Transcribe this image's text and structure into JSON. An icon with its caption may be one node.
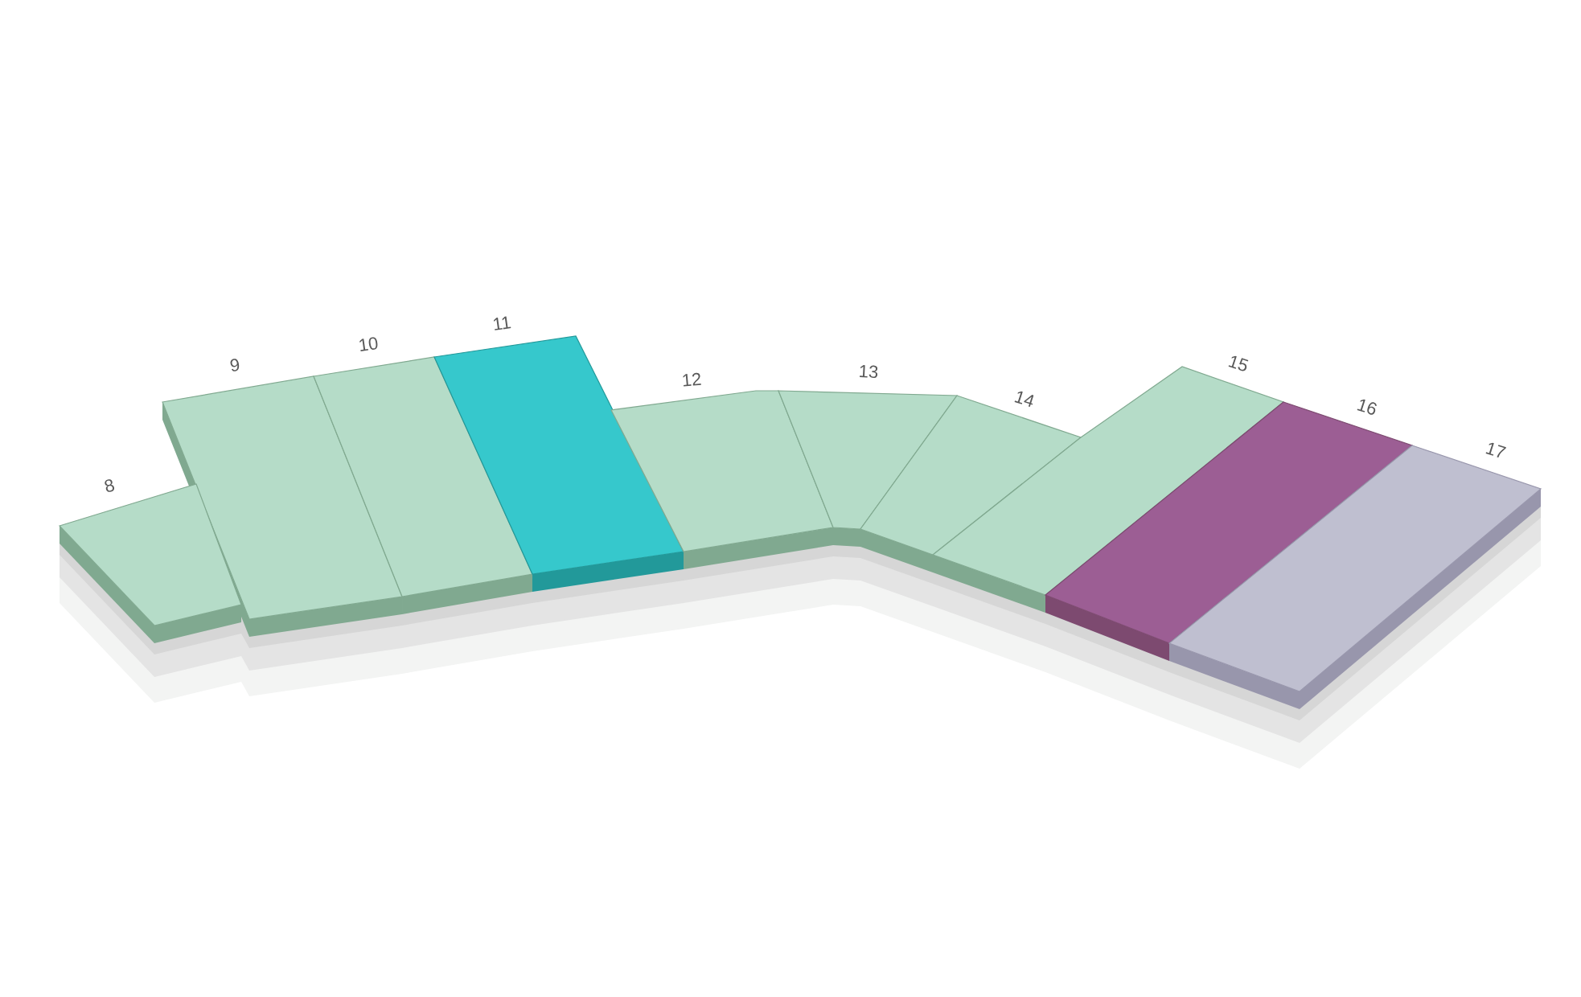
{
  "diagram": {
    "nodes": [
      {
        "text": [
          "8"
        ]
      },
      {
        "text": [
          "9"
        ]
      },
      {
        "text": [
          "10"
        ]
      },
      {
        "text": [
          "11"
        ]
      },
      {
        "text": [
          "12"
        ]
      },
      {
        "text": [
          "13"
        ]
      },
      {
        "text": [
          "14"
        ]
      },
      {
        "text": [
          "15"
        ]
      },
      {
        "text": [
          "16"
        ]
      },
      {
        "text": [
          "17"
        ]
      }
    ]
  }
}
